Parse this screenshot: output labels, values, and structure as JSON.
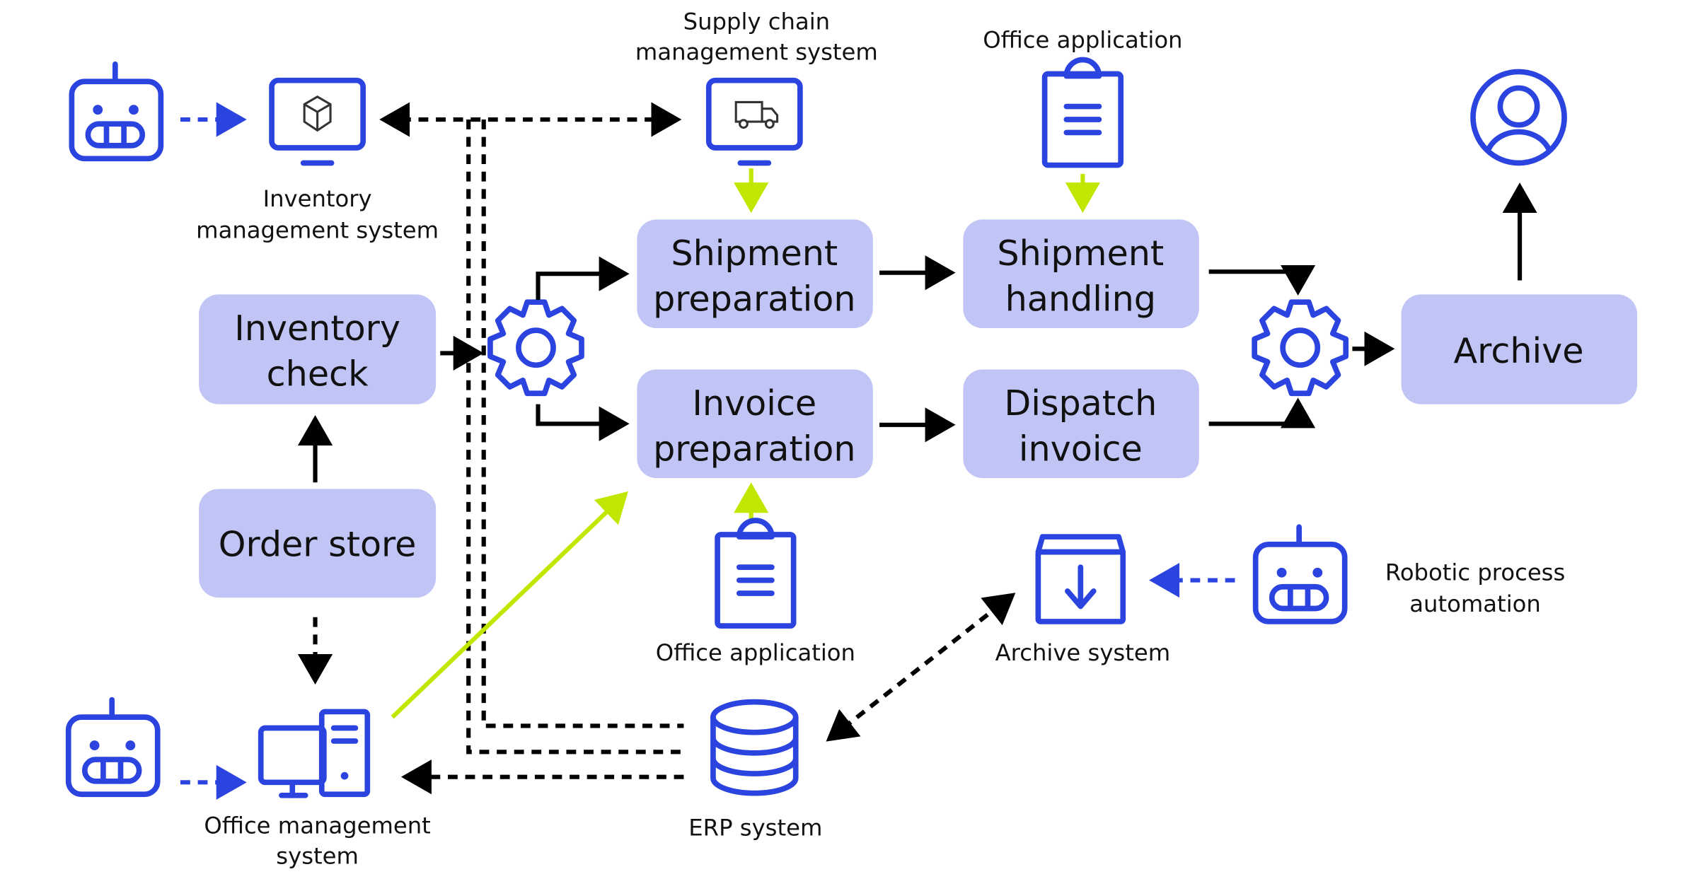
{
  "colors": {
    "icon_blue": "#2b44e0",
    "box_fill": "#c0c5f5",
    "green_arrow": "#c3e600",
    "black_arrow": "#000000"
  },
  "systems": {
    "inventory_mgmt": [
      "Inventory",
      "management system"
    ],
    "supply_chain": [
      "Supply chain",
      "management system"
    ],
    "office_app_top": "Office application",
    "office_app_bottom": "Office application",
    "office_mgmt": [
      "Office management",
      "system"
    ],
    "erp": "ERP system",
    "archive_system": "Archive system",
    "rpa": [
      "Robotic process",
      "automation"
    ]
  },
  "steps": {
    "inventory_check": [
      "Inventory",
      "check"
    ],
    "order_store": "Order store",
    "shipment_preparation": [
      "Shipment",
      "preparation"
    ],
    "invoice_preparation": [
      "Invoice",
      "preparation"
    ],
    "shipment_handling": [
      "Shipment",
      "handling"
    ],
    "dispatch_invoice": [
      "Dispatch",
      "invoice"
    ],
    "archive": "Archive"
  },
  "icons": [
    "robot-icon",
    "monitor-box-icon",
    "monitor-truck-icon",
    "clipboard-icon",
    "gear-icon",
    "user-icon",
    "computer-tower-icon",
    "database-icon",
    "archive-box-icon"
  ]
}
